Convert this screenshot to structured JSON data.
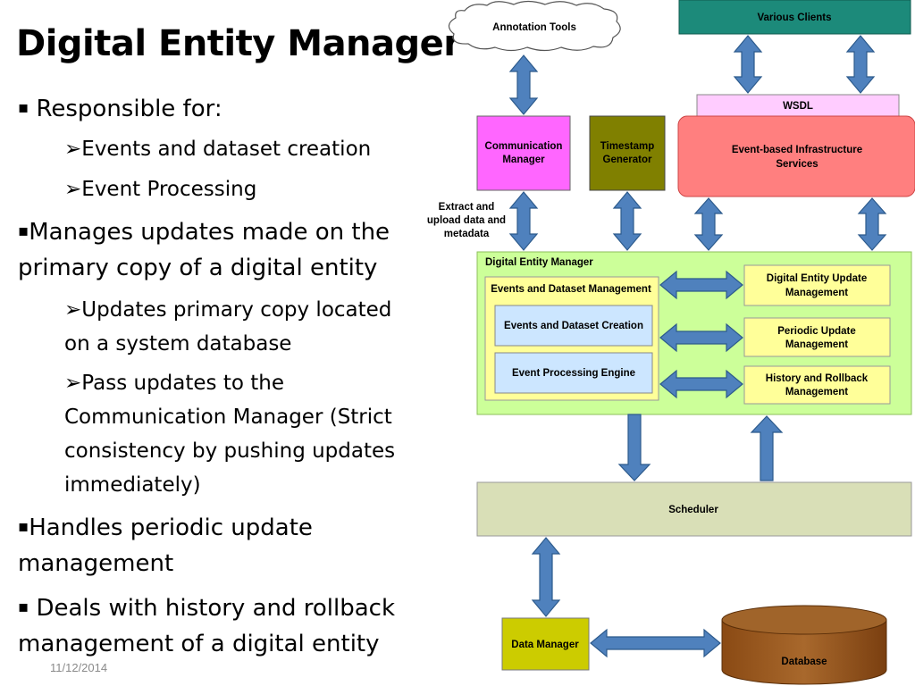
{
  "slide": {
    "title": "Digital Entity Manager",
    "date": "11/12/2014"
  },
  "bullets": {
    "sq": "▪",
    "arrow": "➢",
    "b1": "Responsible for:",
    "b1a": "Events and dataset creation",
    "b1b": "Event Processing",
    "b2_l1": "Manages updates made on the",
    "b2_l2": "primary copy of a digital entity",
    "b2a_l1": "Updates primary copy located",
    "b2a_l2": "on a system database",
    "b2b_l1": "Pass updates to the",
    "b2b_l2": "Communication Manager (Strict",
    "b2b_l3": "consistency by pushing updates",
    "b2b_l4": "immediately)",
    "b3_l1": "Handles periodic update",
    "b3_l2": "management",
    "b4_l1": "Deals with history and rollback",
    "b4_l2": "management of a digital entity"
  },
  "diagram": {
    "annotation_tools": "Annotation Tools",
    "various_clients": "Various Clients",
    "wsdl": "WSDL",
    "comm_mgr_l1": "Communication",
    "comm_mgr_l2": "Manager",
    "ts_gen_l1": "Timestamp",
    "ts_gen_l2": "Generator",
    "infra_l1": "Event-based Infrastructure",
    "infra_l2": "Services",
    "extract_l1": "Extract and",
    "extract_l2": "upload data and",
    "extract_l3": "metadata",
    "dem": "Digital Entity Manager",
    "edm": "Events and Dataset Management",
    "edc": "Events and Dataset Creation",
    "epe": "Event Processing Engine",
    "deum_l1": "Digital Entity Update",
    "deum_l2": "Management",
    "pum_l1": "Periodic Update",
    "pum_l2": "Management",
    "hrm_l1": "History and Rollback",
    "hrm_l2": "Management",
    "scheduler": "Scheduler",
    "data_mgr": "Data  Manager",
    "database": "Database",
    "colors": {
      "arrow": "#4f81bd",
      "arrow_stroke": "#2c5a8c",
      "clients": "#1c8a7a",
      "wsdl": "#ffccff",
      "comm": "#ff66ff",
      "timestamp": "#808000",
      "infra": "#ff7f7f",
      "dem_panel": "#ccff99",
      "yellow_box": "#ffff99",
      "blue_box": "#cce6ff",
      "scheduler": "#d9dfb7",
      "data_mgr": "#cccc00",
      "database": "#9e5a1e"
    }
  }
}
